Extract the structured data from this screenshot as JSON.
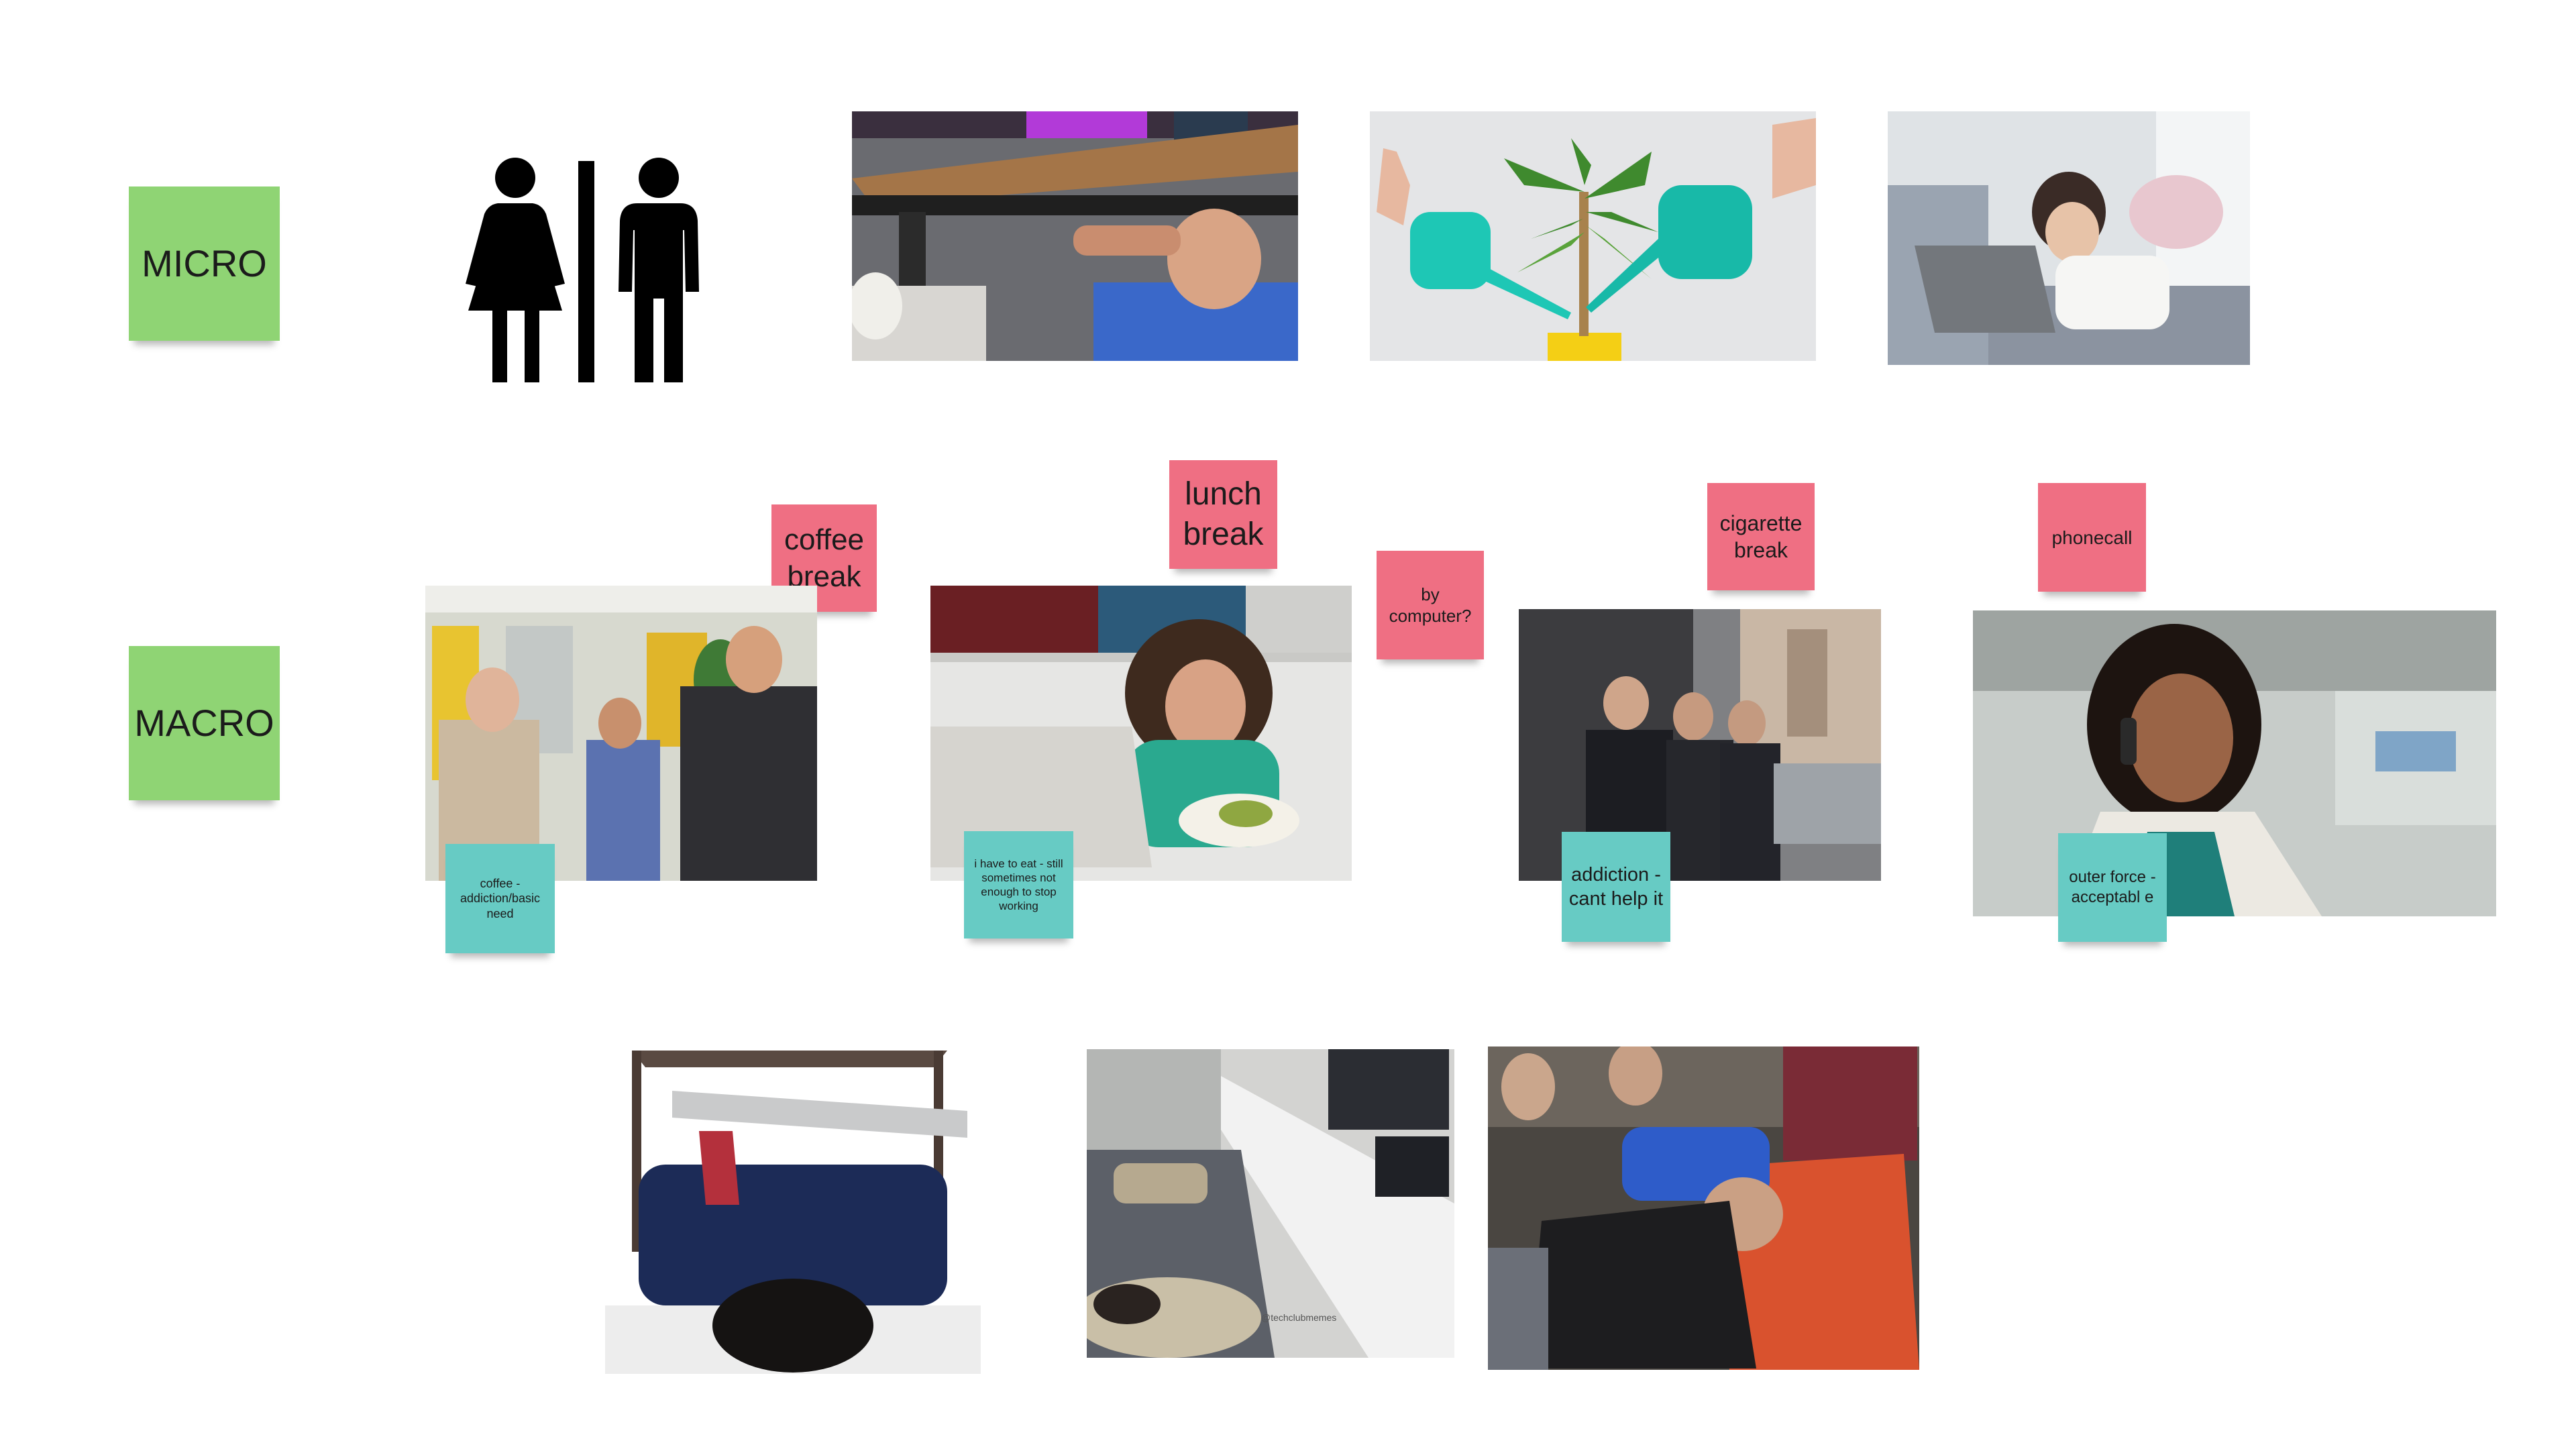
{
  "rows": {
    "micro_label": "MICRO",
    "macro_label": "MACRO"
  },
  "notes": {
    "coffee_break": "coffee break",
    "lunch_break": "lunch break",
    "by_computer": "by computer?",
    "cigarette_break": "cigarette break",
    "phonecall": "phonecall",
    "coffee_addiction": "coffee - addiction/basic need",
    "eat_note": "i have to eat - still sometimes not enough to stop working",
    "addiction_note": "addiction - cant help it",
    "outer_force_note": "outer force - acceptabl e"
  },
  "images": {
    "restroom": "restroom-sign-icon",
    "under_desk": "photo-man-under-desk",
    "watering": "photo-watering-plant",
    "woman_phone_laptop": "photo-woman-phone-laptop",
    "office_coffee": "photo-office-coffee",
    "woman_eating": "photo-woman-eating-at-desk",
    "smokers": "photo-men-smoking",
    "woman_phone": "photo-woman-on-phone",
    "laptop_bed": "photo-laptop-stand-bed",
    "office_cots": "photo-office-sleeping-cots",
    "sleeping_chair": "photo-sleeping-on-chair"
  },
  "watermark": "@techclubmemes",
  "colors": {
    "green": "#8fd474",
    "pink": "#ef6f83",
    "teal": "#67cbc4"
  }
}
